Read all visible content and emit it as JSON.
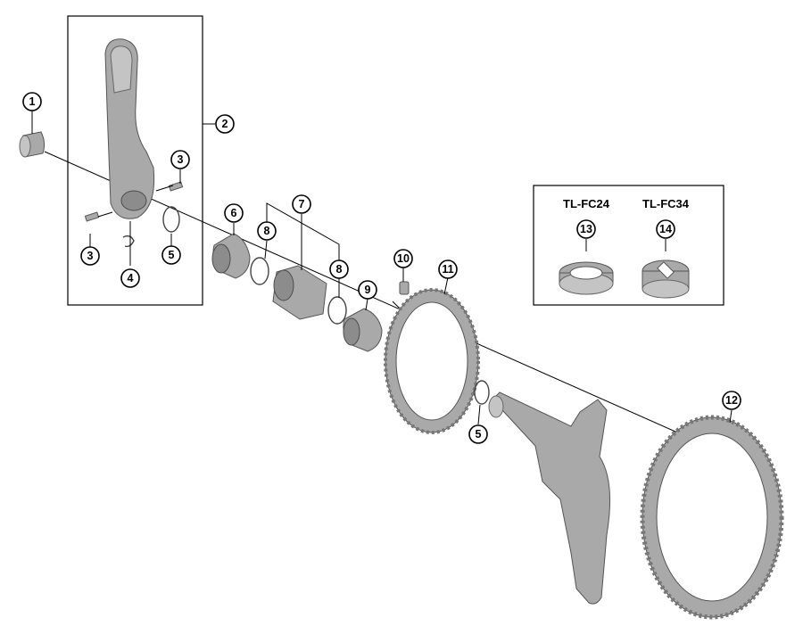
{
  "callouts": {
    "c1": "1",
    "c2": "2",
    "c3a": "3",
    "c3b": "3",
    "c4": "4",
    "c5a": "5",
    "c5b": "5",
    "c6": "6",
    "c7": "7",
    "c8a": "8",
    "c8b": "8",
    "c9": "9",
    "c10": "10",
    "c11": "11",
    "c12": "12",
    "c13": "13",
    "c14": "14"
  },
  "tools": {
    "tool1": "TL-FC24",
    "tool2": "TL-FC34"
  },
  "colors": {
    "part_fill": "#a9a9a9",
    "outline": "#000000",
    "background": "#ffffff"
  }
}
